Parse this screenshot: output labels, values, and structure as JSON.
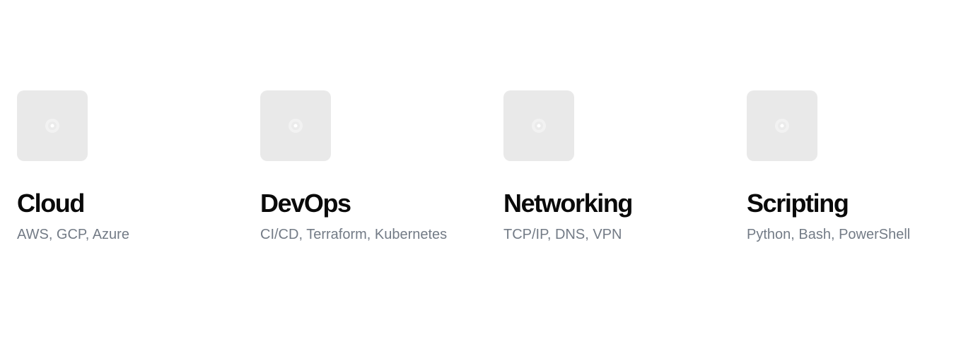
{
  "skills": [
    {
      "title": "Cloud",
      "tags": "AWS, GCP, Azure",
      "icon": "placeholder-image-icon"
    },
    {
      "title": "DevOps",
      "tags": "CI/CD, Terraform, Kubernetes",
      "icon": "placeholder-image-icon"
    },
    {
      "title": "Networking",
      "tags": "TCP/IP, DNS, VPN",
      "icon": "placeholder-image-icon"
    },
    {
      "title": "Scripting",
      "tags": "Python, Bash, PowerShell",
      "icon": "placeholder-image-icon"
    }
  ],
  "colors": {
    "background": "#ffffff",
    "icon_tile": "#e9e9e9",
    "title": "#0a0a0a",
    "tags": "#737b86"
  }
}
